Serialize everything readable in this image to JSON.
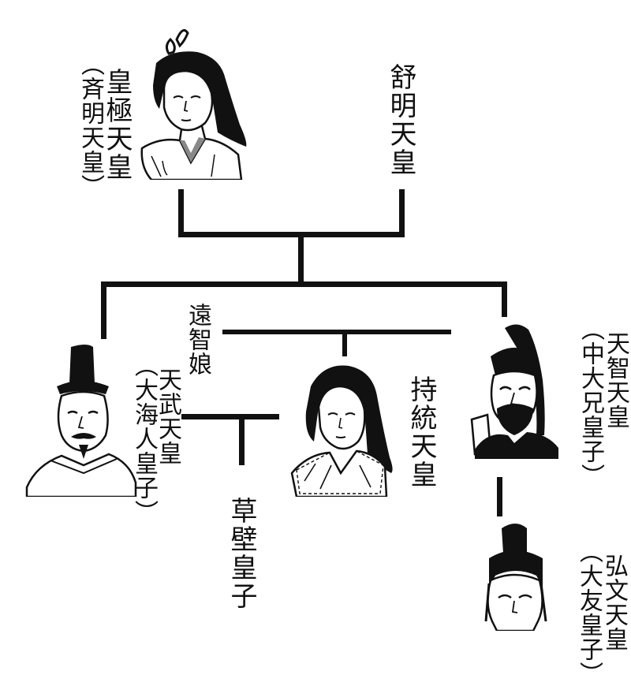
{
  "people": {
    "kogyoku": {
      "name": "皇極天皇",
      "alias": "（斉明天皇）"
    },
    "jomei": {
      "name": "舒明天皇"
    },
    "ochi": {
      "name": "遠智娘"
    },
    "tenmu": {
      "name": "天武天皇",
      "alias": "（大海人皇子）"
    },
    "jito": {
      "name": "持統天皇"
    },
    "tenji": {
      "name": "天智天皇",
      "alias": "（中大兄皇子）"
    },
    "kusakabe": {
      "name": "草壁皇子"
    },
    "kobun": {
      "name": "弘文天皇",
      "alias": "（大友皇子）"
    }
  },
  "icons": [
    "empress-portrait-icon",
    "court-noble-portrait-icon",
    "empress-portrait-icon",
    "emperor-portrait-icon",
    "prince-portrait-icon"
  ]
}
